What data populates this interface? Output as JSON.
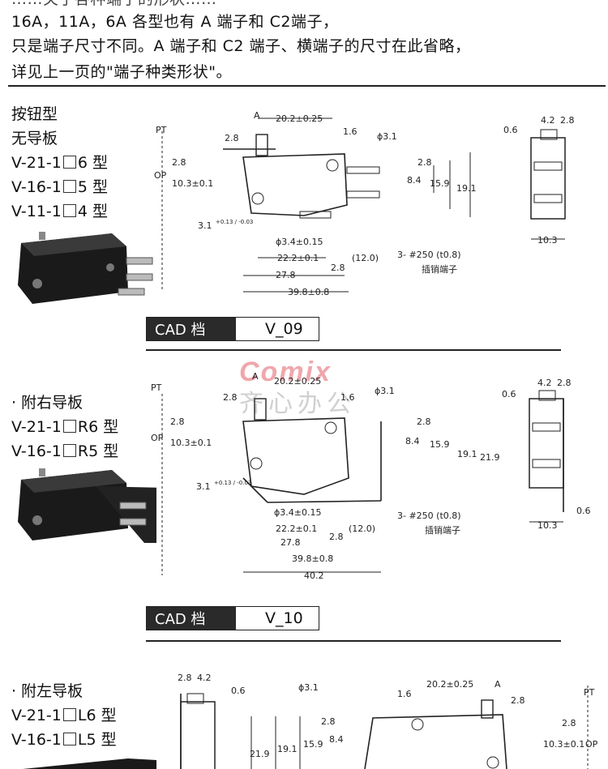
{
  "intro": {
    "line0": "……关于各种端子的形状……",
    "line1": "16A，11A，6A 各型也有 A 端子和 C2端子，",
    "line2": "只是端子尺寸不同。A 端子和 C2 端子、横端子的尺寸在此省略，",
    "line3": "详见上一页的\"端子种类形状\"。"
  },
  "watermark": {
    "brand": "Comix",
    "name": "齐心办公"
  },
  "sections": [
    {
      "lines": [
        "按钮型",
        "无导板"
      ],
      "models": [
        {
          "prefix": "V-21-1",
          "suffix": "6 型"
        },
        {
          "prefix": "V-16-1",
          "suffix": "5 型"
        },
        {
          "prefix": "V-11-1",
          "suffix": "4 型"
        }
      ],
      "cad_label": "CAD 档",
      "cad_value": "V_09"
    },
    {
      "lines": [
        "· 附右导板"
      ],
      "models": [
        {
          "prefix": "V-21-1",
          "suffix": "R6 型"
        },
        {
          "prefix": "V-16-1",
          "suffix": "R5 型"
        }
      ],
      "cad_label": "CAD 档",
      "cad_value": "V_10"
    },
    {
      "lines": [
        "· 附左导板"
      ],
      "models": [
        {
          "prefix": "V-21-1",
          "suffix": "L6 型"
        },
        {
          "prefix": "V-16-1",
          "suffix": "L5 型"
        }
      ]
    }
  ],
  "dims": {
    "pt": "PT",
    "op": "OP",
    "a": "A",
    "d20_2": "20.2±0.25",
    "d1_6": "1.6",
    "d2_8": "2.8",
    "d8_4": "8.4",
    "d15_9": "15.9",
    "d19_1": "19.1",
    "d21_9": "21.9",
    "d10_3_tol": "10.3±0.1",
    "d3_1": "3.1",
    "d3_1_tol": "+0.13 / -0.03",
    "phi3_1": "ϕ3.1",
    "phi3_4": "ϕ3.4±0.15",
    "d22_2": "22.2±0.1",
    "d12_0": "(12.0)",
    "d27_8": "27.8",
    "d39_8": "39.8±0.8",
    "d40_2": "40.2",
    "terminal": "3- #250 (t0.8)",
    "terminal_cn": "插销端子",
    "d0_6": "0.6",
    "d4_2": "4.2",
    "d10_3": "10.3"
  }
}
